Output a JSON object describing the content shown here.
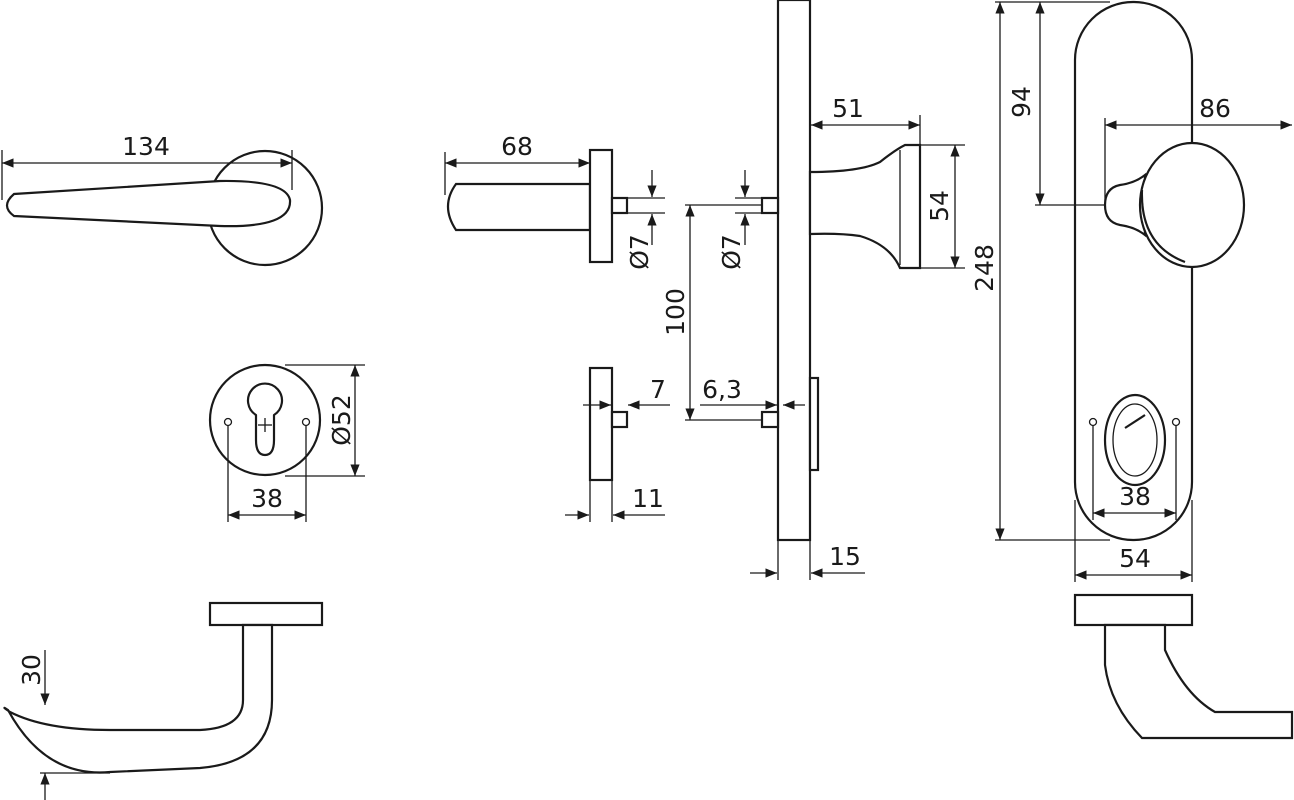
{
  "drawing": {
    "title": "Door handle set technical drawing",
    "line_color": "#1a1a1a",
    "dimensions": {
      "lever_length": "134",
      "lever_length_side": "68",
      "spindle_dia_1": "Ø7",
      "spindle_dia_2": "Ø7",
      "spindle_distance": "100",
      "knob_projection": "51",
      "knob_height": "54",
      "knob_center_from_top": "94",
      "knob_projection_front": "86",
      "plate_height": "248",
      "escutcheon_dia": "Ø52",
      "screw_spacing_rosette": "38",
      "spindle_offset": "7",
      "cylinder_spindle": "6,3",
      "rosette_thickness": "11",
      "plate_thickness": "15",
      "screw_spacing_plate": "38",
      "plate_width": "54",
      "lever_offset": "30"
    }
  }
}
